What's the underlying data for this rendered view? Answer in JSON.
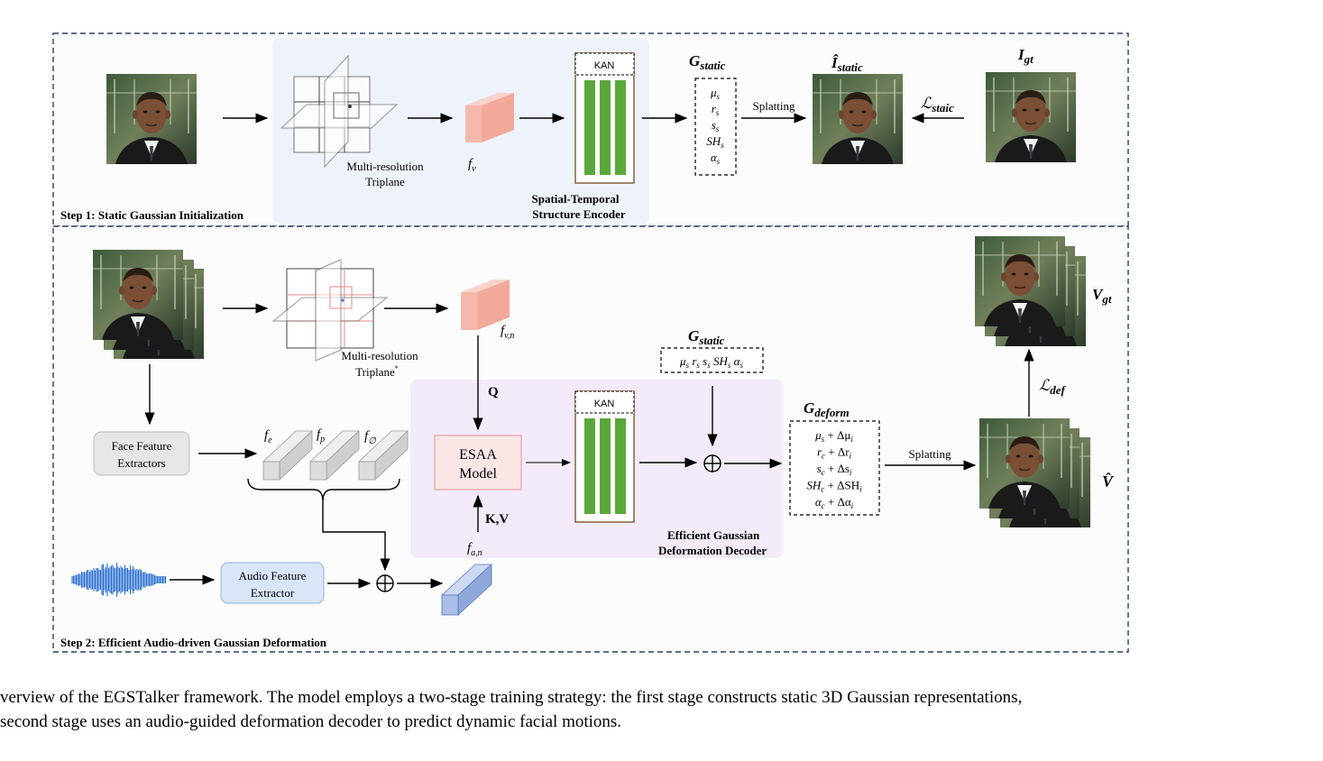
{
  "step1": {
    "label": "Step 1: Static Gaussian Initialization",
    "triplane_line1": "Multi-resolution",
    "triplane_line2": "Triplane",
    "feature_label": "f",
    "feature_sub": "v",
    "kan_label": "KAN",
    "encoder_line1": "Spatial-Temporal",
    "encoder_line2": "Structure Encoder",
    "g_static_title_main": "G",
    "g_static_title_sub": "static",
    "g_static_params": [
      {
        "base": "μ",
        "sub": "s"
      },
      {
        "base": "r",
        "sub": "s"
      },
      {
        "base": "s",
        "sub": "s"
      },
      {
        "base": "SH",
        "sub": "s"
      },
      {
        "base": "α",
        "sub": "s"
      }
    ],
    "splatting_label": "Splatting",
    "i_static_main": "Î",
    "i_static_sub": "static",
    "loss_main": "ℒ",
    "loss_sub": "staic",
    "i_gt_main": "I",
    "i_gt_sub": "gt"
  },
  "step2": {
    "label": "Step 2: Efficient Audio-driven Gaussian Deformation",
    "triplane_line1": "Multi-resolution",
    "triplane_line2": "Triplane",
    "triplane_mark": "*",
    "fvn_main": "f",
    "fvn_sub": "v,n",
    "q_label": "Q",
    "kv_label": "K,V",
    "face_extractor_line1": "Face Feature",
    "face_extractor_line2": "Extractors",
    "face_features": [
      {
        "base": "f",
        "sub": "e"
      },
      {
        "base": "f",
        "sub": "p"
      },
      {
        "base": "f",
        "sub": "∅"
      }
    ],
    "audio_extractor_line1": "Audio Feature",
    "audio_extractor_line2": "Extractor",
    "fan_main": "f",
    "fan_sub": "a,n",
    "esaa_line1": "ESAA",
    "esaa_line2": "Model",
    "kan_label": "KAN",
    "decoder_line1": "Efficient Gaussian",
    "decoder_line2": "Deformation Decoder",
    "g_static_title_main": "G",
    "g_static_title_sub": "static",
    "g_static_params_inline": [
      {
        "base": "μ",
        "sub": "s"
      },
      {
        "base": "r",
        "sub": "s"
      },
      {
        "base": "s",
        "sub": "s"
      },
      {
        "base": "SH",
        "sub": "s"
      },
      {
        "base": "α",
        "sub": "s"
      }
    ],
    "g_deform_title_main": "G",
    "g_deform_title_sub": "deform",
    "g_deform_params": [
      {
        "base": "μ",
        "sub": "s",
        "delta": "Δμ",
        "dsub": "i"
      },
      {
        "base": "r",
        "sub": "c",
        "delta": "Δr",
        "dsub": "i"
      },
      {
        "base": "s",
        "sub": "c",
        "delta": "Δs",
        "dsub": "i"
      },
      {
        "base": "SH",
        "sub": "c",
        "delta": "ΔSH",
        "dsub": "i"
      },
      {
        "base": "α",
        "sub": "c",
        "delta": "Δα",
        "dsub": "i"
      }
    ],
    "splatting_label": "Splatting",
    "v_hat": "V̂",
    "v_gt_main": "V",
    "v_gt_sub": "gt",
    "loss_main": "ℒ",
    "loss_sub": "def"
  },
  "caption": {
    "line1": "verview of the EGSTalker framework. The model employs a two-stage training strategy: the first stage constructs static 3D Gaussian representations,",
    "line2": "second stage uses an audio-guided deformation decoder to predict dynamic facial motions."
  },
  "colors": {
    "frame_dash": "#2f3f66",
    "encoder_bg": "#eef3fb",
    "decoder_bg": "#f3eafa",
    "kan_bar": "#5aa83a",
    "kan_border": "#7a5a2a",
    "feature_pink": "#f4b3a6",
    "feature_gray": "#d9d9d9",
    "feature_blue": "#a9bfe8",
    "esaa_fill": "#fbe6e6",
    "esaa_border": "#e8a2a2",
    "audio_box": "#d9e6f8",
    "face_box": "#e6e6e6",
    "waveform": "#2a6fd1"
  }
}
